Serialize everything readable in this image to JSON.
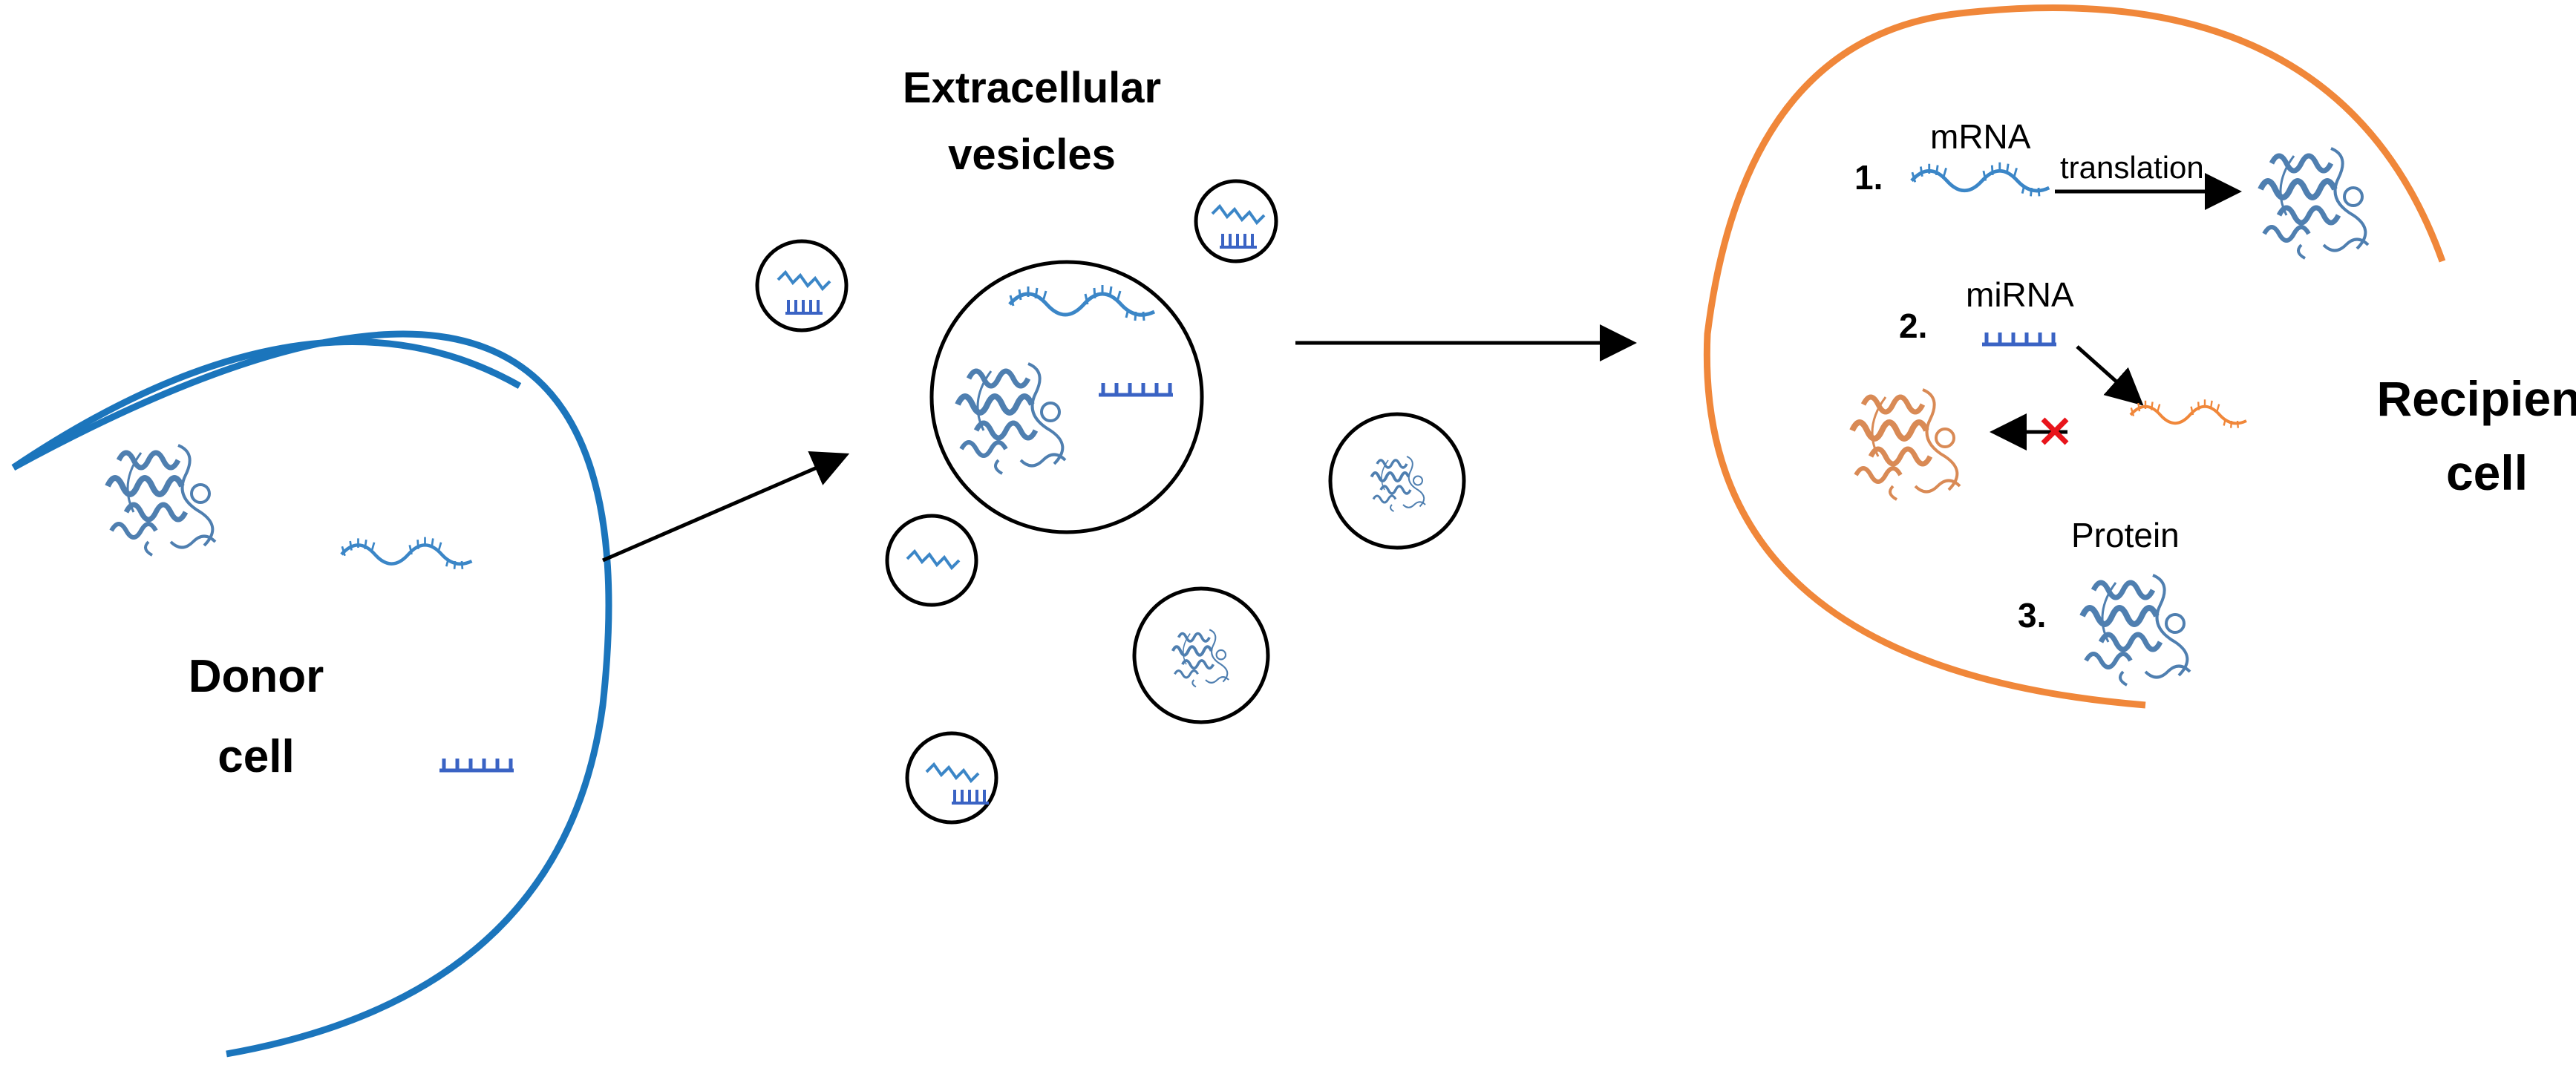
{
  "donor_cell": {
    "label_line1": "Donor",
    "label_line2": "cell",
    "color": "#1b75bc"
  },
  "vesicles": {
    "label_line1": "Extracellular",
    "label_line2": "vesicles"
  },
  "recipient_cell": {
    "label_line1": "Recipient",
    "label_line2": "cell",
    "color": "#f0873a",
    "steps": [
      {
        "number": "1.",
        "molecule": "mRNA",
        "process": "translation"
      },
      {
        "number": "2.",
        "molecule": "miRNA",
        "blocked": true
      },
      {
        "number": "3.",
        "molecule": "Protein"
      }
    ]
  },
  "colors": {
    "protein_blue": "#4f7fb0",
    "rna_blue": "#3b86c7",
    "mirna_blue": "#3a63c4",
    "protein_orange": "#d98a55",
    "rna_orange": "#f0873a",
    "inhibit_mark": "#e8141b"
  },
  "icons": [
    "protein-icon",
    "mrna-icon",
    "mirna-icon",
    "arrow-icon",
    "inhibition-x-icon"
  ]
}
